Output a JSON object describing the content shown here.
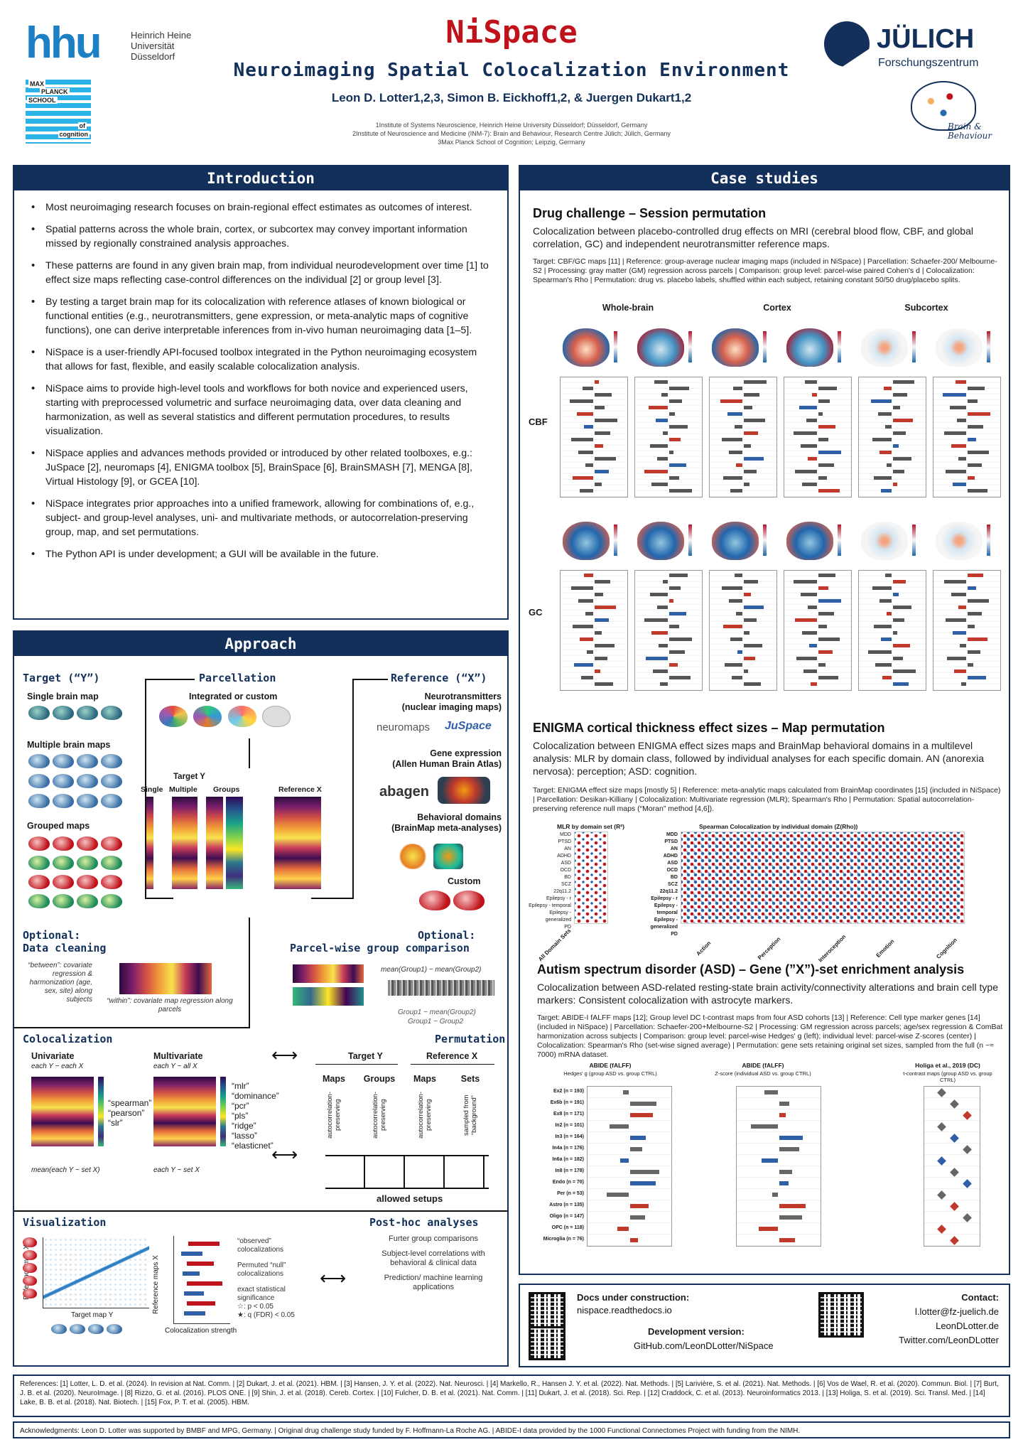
{
  "header": {
    "title": "NiSpace",
    "subtitle": "Neuroimaging Spatial Colocalization Environment",
    "authors": "Leon D. Lotter1,2,3, Simon B. Eickhoff1,2, & Juergen Dukart1,2",
    "affil1": "1Institute of Systems Neuroscience, Heinrich Heine University Düsseldorf; Düsseldorf, Germany",
    "affil2": "2Institute of Neuroscience and Medicine (INM-7): Brain and Behaviour, Research Centre Jülich; Jülich, Germany",
    "affil3": "3Max Planck School of Cognition; Leipzig, Germany",
    "logo_hhu": "hhu",
    "logo_hhu_text1": "Heinrich Heine",
    "logo_hhu_text2": "Universität",
    "logo_hhu_text3": "Düsseldorf",
    "logo_mps1": "MAX",
    "logo_mps2": "PLANCK",
    "logo_mps3": "SCHOOL",
    "logo_mps4": "of",
    "logo_mps5": "cognition",
    "logo_julich": "JÜLICH",
    "logo_julich_sub": "Forschungszentrum",
    "logo_bb1": "Brain &",
    "logo_bb2": "Behaviour"
  },
  "intro": {
    "title": "Introduction",
    "items": [
      "Most neuroimaging research focuses on brain-regional effect estimates as outcomes of interest.",
      "Spatial patterns across the whole brain, cortex, or subcortex may convey important information missed by regionally constrained analysis approaches.",
      "These patterns are found in any given brain map, from individual neurodevelopment over time [1] to effect size maps reflecting case-control differences on the individual [2] or group level [3].",
      "By testing a target brain map for its colocalization with reference atlases of known biological or functional entities (e.g., neurotransmitters, gene expression, or meta-analytic maps of cognitive functions), one can derive interpretable inferences from in-vivo human neuroimaging data [1–5].",
      "NiSpace is a user-friendly API-focused toolbox integrated in the Python neuroimaging ecosystem that allows for fast, flexible, and easily scalable colocalization analysis.",
      "NiSpace aims to provide high-level tools and workflows for both novice and experienced users, starting with preprocessed volumetric and surface neuroimaging data, over data cleaning and harmonization, as well as several statistics and different permutation procedures, to results visualization.",
      "NiSpace applies and advances methods provided or introduced by other related toolboxes, e.g.: JuSpace [2], neuromaps [4], ENIGMA toolbox [5], BrainSpace [6], BrainSMASH [7], MENGA [8], Virtual Histology [9], or GCEA [10].",
      "NiSpace integrates prior approaches into a unified framework, allowing for combinations of, e.g., subject- and group-level analyses, uni- and multivariate methods, or autocorrelation-preserving group, map, and set permutations.",
      "The Python API is under development; a GUI will be available in the future."
    ]
  },
  "approach": {
    "title": "Approach",
    "target": "Target (“Y”)",
    "parcellation": "Parcellation",
    "reference": "Reference (“X”)",
    "single_map": "Single brain map",
    "multiple_maps": "Multiple brain maps",
    "grouped_maps": "Grouped maps",
    "integrated": "Integrated or custom",
    "neuro_title": "Neurotransmitters",
    "neuro_sub": "(nuclear imaging maps)",
    "neuromaps": "neuromaps",
    "juspace": "JuSpace",
    "gene_title": "Gene expression",
    "gene_sub": "(Allen Human Brain Atlas)",
    "abagen": "abagen",
    "behav_title": "Behavioral domains",
    "behav_sub": "(BrainMap meta-analyses)",
    "custom": "Custom",
    "target_y": "Target Y",
    "single": "Single",
    "multiple": "Multiple",
    "groups": "Groups",
    "reference_x": "Reference X",
    "optional": "Optional:",
    "data_cleaning": "Data cleaning",
    "between": "“between”: covariate regression & harmonization (age, sex, site) along subjects",
    "within": "“within”: covariate map regression along parcels",
    "parcel_group": "Parcel-wise group comparison",
    "mean_diff": "mean(Group1) − mean(Group2)",
    "group_diff": "Group1 − mean(Group2)",
    "group_diff2": "Group1 − Group2",
    "colocalization": "Colocalization",
    "univariate": "Univariate",
    "each_y_each_x": "each Y ~ each X",
    "multivariate": "Multivariate",
    "each_y_all_x": "each Y ~ all X",
    "uni_methods": [
      "“spearman”",
      "“pearson”",
      "“slr”"
    ],
    "multi_methods": [
      "“mlr”",
      "“dominance”",
      "“pcr”",
      "“pls”",
      "“ridge”",
      "“lasso”",
      "“elasticnet”"
    ],
    "mean_set": "mean(each Y ~ set X)",
    "each_set": "each Y ~ set X",
    "permutation": "Permutation",
    "perm_target": "Target Y",
    "perm_reference": "Reference X",
    "perm_cols": [
      "Maps",
      "Groups",
      "Maps",
      "Sets"
    ],
    "perm_notes": [
      "autocorrelation-preserving",
      "autocorrelation-preserving",
      "autocorrelation-preserving",
      "sampled from “background”"
    ],
    "allowed_setups": "allowed setups",
    "visualization": "Visualization",
    "target_map_y": "Target map Y",
    "ref_map_x": "Reference map X",
    "ref_maps_x": "Reference maps X",
    "coloc_strength": "Colocalization strength",
    "observed": "“observed” colocalizations",
    "permuted": "Permuted “null” colocalizations",
    "exact_sig": "exact statistical significance",
    "sig1": "☆: p < 0.05",
    "sig2": "★: q (FDR) < 0.05",
    "posthoc": "Post-hoc analyses",
    "posthoc_items": [
      "Furter group comparisons",
      "Subject-level correlations with behavioral & clinical data",
      "Prediction/ machine learning applications"
    ]
  },
  "cases": {
    "title": "Case studies",
    "drug_title": "Drug challenge – Session permutation",
    "drug_desc": "Colocalization between placebo-controlled drug effects on MRI (cerebral blood flow, CBF, and global correlation, GC) and independent neurotransmitter reference maps.",
    "drug_meta": "Target: CBF/GC maps [11] | Reference: group-average nuclear imaging maps (included in NiSpace) | Parcellation: Schaefer-200/ Melbourne-S2 | Processing: gray matter (GM) regression across parcels | Comparison: group level: parcel-wise paired Cohen's d | Colocalization: Spearman's Rho | Permutation: drug vs. placebo labels, shuffled within each subject, retaining constant 50/50 drug/placebo splits.",
    "cols": [
      "Whole-brain",
      "Cortex",
      "Subcortex"
    ],
    "rows": [
      "CBF",
      "GC"
    ],
    "enigma_title": "ENIGMA cortical thickness effect sizes – Map permutation",
    "enigma_desc": "Colocalization between ENIGMA effect sizes maps and BrainMap behavioral domains in a multilevel analysis: MLR by domain class, followed by individual analyses for each specific domain. AN (anorexia nervosa): perception; ASD: cognition.",
    "enigma_meta": "Target: ENIGMA effect size maps [mostly 5] | Reference: meta-analytic maps calculated from BrainMap coordinates [15] (included in NiSpace) | Parcellation: Desikan-Killiany | Colocalization: Multivariate regression (MLR); Spearman's Rho | Permutation: Spatial autocorrelation-preserving reference null maps (“Moran” method [4,6]).",
    "enigma_left_title": "MLR by domain set (R²)",
    "enigma_right_title": "Spearman Colocalization by individual domain (Z(Rho))",
    "enigma_rows": [
      "MDD",
      "PTSD",
      "AN",
      "ADHD",
      "ASD",
      "OCD",
      "BD",
      "SCZ",
      "22q11.2",
      "Epilepsy - r",
      "Epilepsy - temporal",
      "Epilepsy - generalized",
      "PD"
    ],
    "enigma_cols": [
      "Action",
      "Interoception",
      "Perception",
      "Cognition"
    ],
    "enigma_groups": [
      "Action",
      "Perception",
      "Interoception",
      "Emotion",
      "Cognition"
    ],
    "all_domain": "All Domain Sets",
    "asd_title": "Autism spectrum disorder (ASD) – Gene (”X”)-set enrichment analysis",
    "asd_desc": "Colocalization between ASD-related resting-state brain activity/connectivity alterations and brain cell type markers: Consistent colocalization with astrocyte markers.",
    "asd_meta": "Target: ABIDE-I fALFF maps [12]; Group level DC t-contrast maps from four ASD cohorts [13] | Reference: Cell type marker genes [14] (included in NiSpace) | Parcellation: Schaefer-200+Melbourne-S2 | Processing: GM regression across parcels; age/sex regression & ComBat harmonization across subjects | Comparison: group level: parcel-wise Hedges' g (left); individual level: parcel-wise Z-scores (center) | Colocalization: Spearman's Rho (set-wise signed average) | Permutation: gene sets retaining original set sizes, sampled from the full (n ~≈ 7000) mRNA dataset.",
    "asd_panels": [
      "ABIDE (fALFF)",
      "ABIDE (fALFF)",
      "Holiga et al., 2019 (DC)"
    ],
    "asd_sub": [
      "Hedges' g (group ASD vs. group CTRL)",
      "Z-score (individual ASD vs. group CTRL)",
      "t-contrast maps (group ASD vs. group CTRL)"
    ],
    "cells": [
      "Ex2 (n = 193)",
      "Ex6b (n = 191)",
      "Ex8 (n = 171)",
      "In2 (n = 101)",
      "In3 (n = 164)",
      "In4a (n = 176)",
      "In6a (n = 182)",
      "In8 (n = 178)",
      "Endo (n = 70)",
      "Per (n = 53)",
      "Astro (n = 135)",
      "Oligo (n = 147)",
      "OPC (n = 118)",
      "Microglia (n = 76)"
    ]
  },
  "links": {
    "docs_label": "Docs under construction:",
    "docs_url": "nispace.readthedocs.io",
    "dev_label": "Development version:",
    "dev_url": "GitHub.com/LeonDLotter/NiSpace",
    "contact_label": "Contact:",
    "email": "l.lotter@fz-juelich.de",
    "site": "LeonDLotter.de",
    "twitter": "Twitter.com/LeonDLotter"
  },
  "footer": {
    "references": "References: [1] Lotter, L. D. et al. (2024). In revision at Nat. Comm. | [2] Dukart, J. et al. (2021). HBM. | [3] Hansen, J. Y. et al. (2022). Nat. Neurosci. | [4] Markello, R., Hansen J. Y. et al. (2022). Nat. Methods. | [5] Larivière, S. et al. (2021). Nat. Methods. | [6] Vos de Wael, R. et al. (2020). Commun. Biol. | [7] Burt, J. B. et al. (2020). NeuroImage. | [8] Rizzo, G. et al. (2016). PLOS ONE. | [9] Shin, J. et al. (2018). Cereb. Cortex. | [10] Fulcher, D. B. et al. (2021). Nat. Comm. | [11] Dukart, J. et al. (2018). Sci. Rep. | [12] Craddock, C. et al. (2013). Neuroinformatics 2013. | [13] Holiga, S. et al. (2019). Sci. Transl. Med. | [14] Lake, B. B. et al. (2018). Nat. Biotech. | [15] Fox, P. T. et al. (2005). HBM.",
    "ack": "Acknowledgments: Leon D. Lotter was supported by BMBF and MPG, Germany. | Original drug challenge study funded by F. Hoffmann-La Roche AG. | ABIDE-I data provided by the 1000 Functional Connectomes Project with funding from the NIMH."
  },
  "colors": {
    "navy": "#12305a",
    "red": "#c0121b",
    "cyan": "#2ab3e6"
  }
}
